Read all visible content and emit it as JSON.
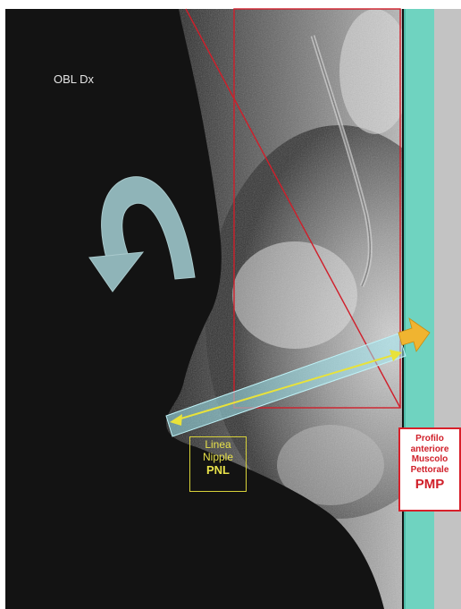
{
  "image": {
    "view_label": "OBL Dx"
  },
  "annotations": {
    "nipple_line": {
      "line1": "Linea",
      "line2": "Nipple",
      "abbr": "PNL"
    },
    "pectoral_profile": {
      "line1": "Profilo",
      "line2": "anteriore",
      "line3": "Muscolo",
      "line4": "Pettorale",
      "abbr": "PMP"
    }
  },
  "colors": {
    "background": "#131313",
    "pectoral_band": "#6fd3c0",
    "grey_strip": "#c3c3c3",
    "measure_outline": "#d01e2a",
    "nipple_line_fill": "#9fe5ee",
    "measure_arrow": "#e8e23a",
    "direction_arrow": "#f0b430",
    "rotation_arrow": "#8fb4b8"
  },
  "icons": {
    "rotation": "curved-rotation-arrow-icon",
    "direction": "right-arrow-icon"
  }
}
